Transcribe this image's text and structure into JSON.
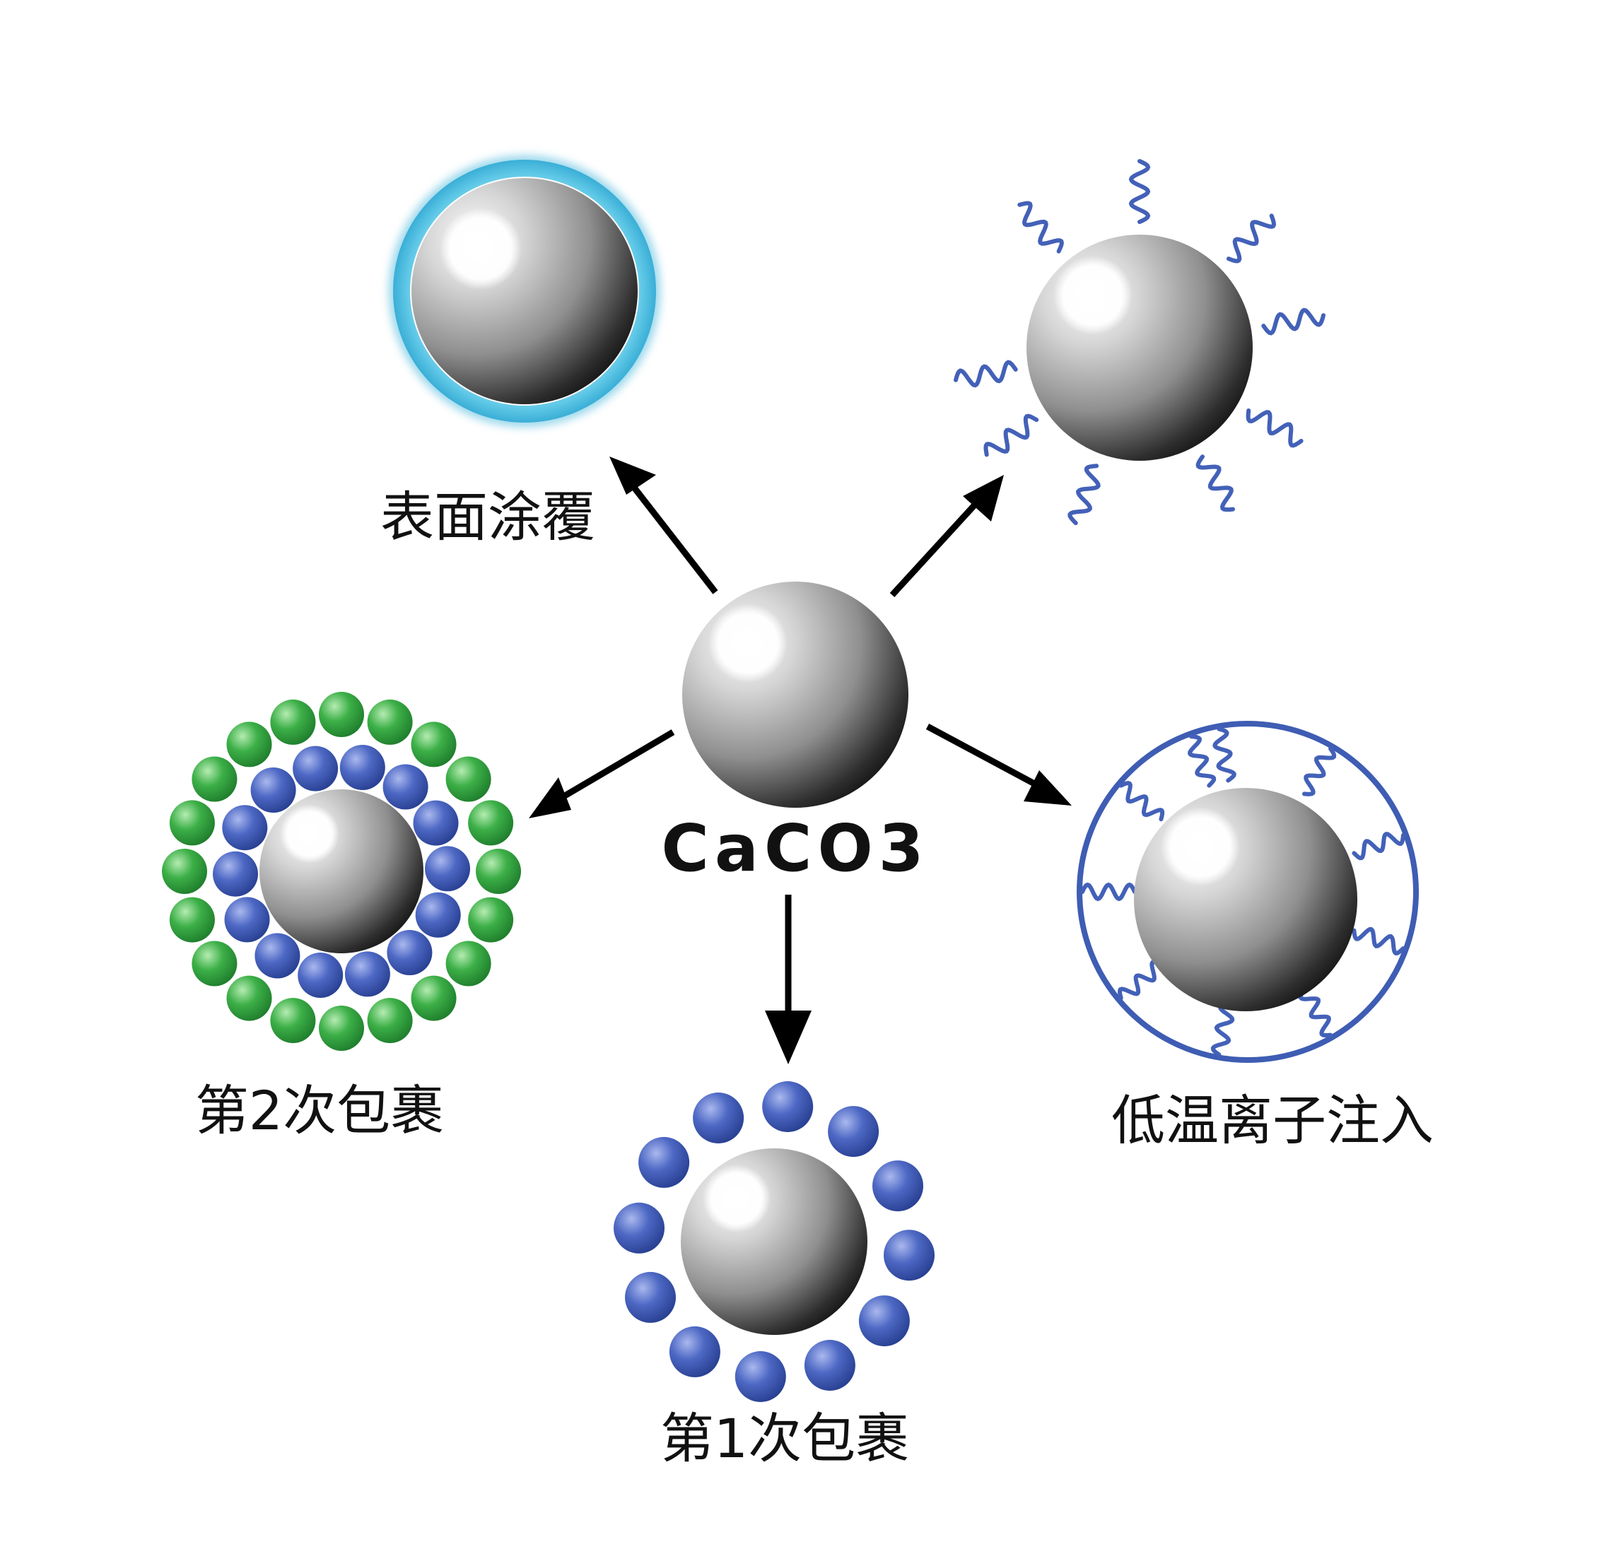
{
  "labels": {
    "center": "CaCO3",
    "surface_coating": "表面涂覆",
    "second_coating": "第2次包裹",
    "first_coating": "第1次包裹",
    "ion_implant": "低温离子注入"
  },
  "colors": {
    "background": "#ffffff",
    "arrow": "#000000",
    "sphere_light": "#f4f4f4",
    "sphere_mid": "#8f8f8f",
    "sphere_dark": "#161616",
    "coating_ring": "#5ec7e6",
    "blue_particle": "#3a56b2",
    "green_particle": "#2fa03f",
    "squiggle": "#4361b8",
    "ion_shell": "#3e5db3"
  }
}
